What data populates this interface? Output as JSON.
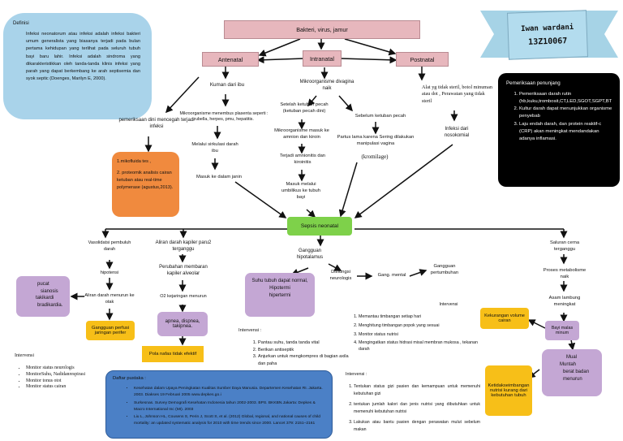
{
  "definisi": {
    "title": "Definisi",
    "text": "Infeksi neonatorum atau infeksi adalah infeksi bakteri umum generalista yang biasanya terjadi pada bulan pertama kehidupan yang terlihat pada seluruh tubuh bayi baru lahir. Infeksi adalah sindroma yang dikarakteristikkan oleh tanda-tanda klinis infeksi yang parah yang dapat berkembang ke arah septisemia dan syok septic (Doenges, Marilyn E, 2000)."
  },
  "author": {
    "name": "Iwan wardani",
    "id": "13Z10067"
  },
  "top": {
    "cause": "Bakteri, virus, jamur",
    "antenatal": "Antenatal",
    "intranatal": "Intranatal",
    "postnatal": "Postnatal"
  },
  "antenatal_path": {
    "a1": "Kuman dari ibu",
    "a2": "Mikroorganisme menembus plasenta seperti : rubella, herpes, pmu, hepatitis.",
    "a3": "Melalui sirkulasi darah ibu",
    "a4": "Masuk ke dalam janin"
  },
  "intranatal_path": {
    "i1": "Mikroorganisme divagina naik",
    "i2": "Setelah ketuban pecah (ketuban pecah dini)",
    "i3": "Mikroorganisme masuk ke amnion dan kiroin",
    "i4": "Terjadi amnionitis dan kiroinitis",
    "i5": "Masuk melalui umbilikus ke tubuh bayi",
    "j1": "Sebelum ketuban pecah",
    "j2": "Partus lama karena Sering dilakukan manipulasi vagina",
    "j3": "(kromilage)"
  },
  "postnatal_path": {
    "p1": "Alat yg tidak steril, botol minuman atau dot , Perawatan yang tidak steril",
    "p2": "Infeksi dari nosokomial"
  },
  "pencegahan": {
    "title": "pemeriksaan dini mencegah terjadi infeksi",
    "items": [
      "1.mikofluida tes ,",
      "2. proteomik analisis cairan ketuban atau real-time polymerase (agustus,2013)."
    ]
  },
  "penunjang": {
    "title": "Pemeriksaan penunjang",
    "items": [
      "Pemeriksaan darah rutin (hb,kuku,trombosit,CT,LED,SGOT,SGPT,BT",
      "Kultur darah dapat menunjukkan organisme penyebab",
      "Laju endah darah, dan protein reaktif-c (CRP) akan meningkat mendandakan adanya inflamasi."
    ]
  },
  "center": "Sepsis neonatal",
  "left_branch": {
    "b1": "Vasolidatsi pembuluh darah",
    "b2": "hipotensi",
    "b3": "Aliran darah menurun ke otak",
    "symptoms": [
      "pucat",
      "sianosis",
      "takikardi",
      "bradikardia."
    ],
    "g1": "Gangguan perfusi jaringan perifer",
    "interv_title": "Intervensi",
    "interv": [
      "Monitor status neurologis",
      "MonitorSuhu, Nadidanrespirasi",
      "Monitor tonus otot",
      "Monitor status cairan"
    ]
  },
  "mid_left_branch": {
    "c1": "Aliran darah kapiler paru2 terganggu",
    "c2": "Perubahan membaran kapiler alveolar",
    "c3": "O2 kejaringan menurun",
    "symptom": "apnea, dispnea, takipnea.",
    "g2": "Pola nafas tidak efektif"
  },
  "center_branch": {
    "d1": "Gangguan hipotalamus",
    "symptoms": [
      "Suhu tubuh dapat normal,",
      "Hipotermi",
      "hipertermi"
    ],
    "interv_title": "Intervensi :",
    "interv": [
      "Pantau suhu, tanda tanda vital",
      "Berikan antiseptik",
      "Anjurkan untuk mengkompres di bagian axila dan paha"
    ]
  },
  "neuro_branch": {
    "e1": "Disfungsi neurologis",
    "e2": "Gang. mental",
    "e3": "Gangguan pertumbuhan"
  },
  "right_branch": {
    "f1": "Saluran cerna terganggu",
    "f2": "Proses metabolisme naik",
    "f3": "Asam lambung meningkat",
    "f4": "Bayi malas minum",
    "symptoms": [
      "Mual",
      "Muntah",
      "berat badan menurun"
    ],
    "g3": "Kekurangan volume cairan",
    "g4": "Ketidakseimbangan nutrisi kurang dari kebutuhan tubuh",
    "interv1_title": "Intervensi",
    "interv1": [
      "Memantau timbangan setiap hari",
      "Menghitung timbangan popok yang sesuai",
      "Monitor status nutrisi",
      "Mengingatkan status hidrasi misal membran mukosa , tekanan darah"
    ],
    "interv2_title": "Intervensi :",
    "interv2": [
      "Tentukan status gizi pasien dan kemampuan untuk memenuhi kebutuhan gizi",
      "tentukan jumlah kalori dan jenis nutrisi yang dibutuhkan untuk memenuhi kebutuhan nutrisi",
      "Lakukan atau bantu pasien dengan perawatan mulut sebelum makan"
    ]
  },
  "pustaka": {
    "title": "Daftar pustaka :",
    "items": [
      "Kesehatan dalam Upaya Peningkatan Kualitas Sumber Daya Manusia. Departemen Kesehatan RI. Jakarta. 2003. Diakses 19 Februari 2005 www.depkes.go.i",
      "Surkesnas. Survey Demografi Kesehatan Indonesia tahun 2002-2003. BPS. BKKBN.Jakarta: Depkes & Macro International Inc (MI). 2003",
      "Liu L, Johnson HL, Cousens S, Perin J, Scott S, et al. (2012) Global, regional, and national causes of child mortality: an updated systematic analysis for 2010 with time trends since 2000. Lancet 379: 2151–2161"
    ]
  }
}
